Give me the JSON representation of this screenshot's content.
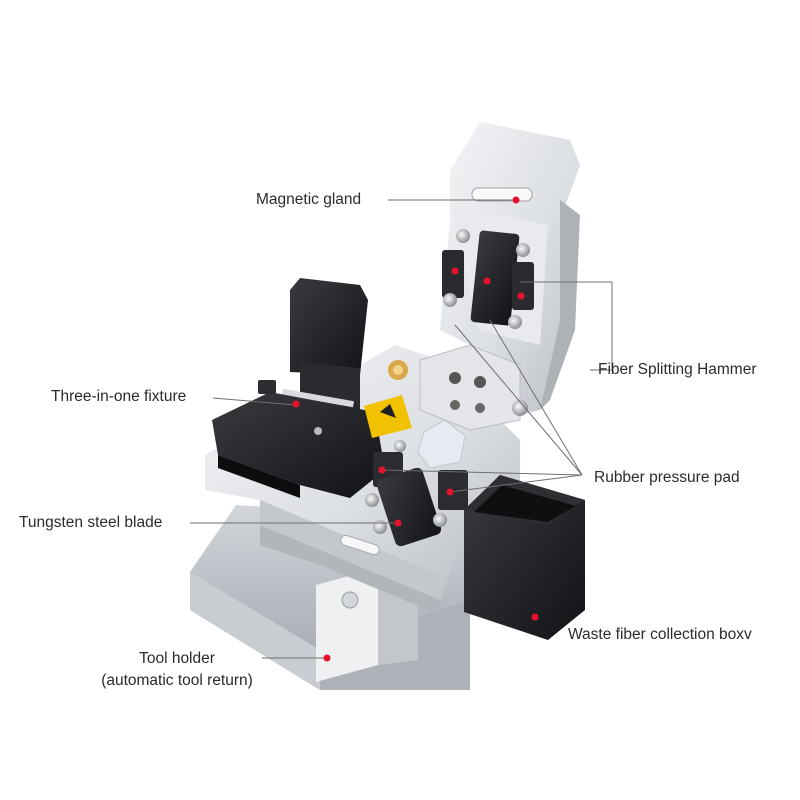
{
  "labels": {
    "magnetic_gland": "Magnetic gland",
    "fiber_splitting_hammer": "Fiber Splitting Hammer",
    "three_in_one_fixture": "Three-in-one fixture",
    "rubber_pressure_pad": "Rubber pressure pad",
    "tungsten_steel_blade": "Tungsten steel blade",
    "waste_fiber_box": "Waste fiber collection boxv",
    "tool_holder_line1": "Tool holder",
    "tool_holder_line2": "(automatic tool return)"
  },
  "colors": {
    "marker": "#e8112d",
    "leader": "#6f6f6f",
    "aluminum": "#dfe2e6",
    "black_part": "#1e1f22"
  }
}
